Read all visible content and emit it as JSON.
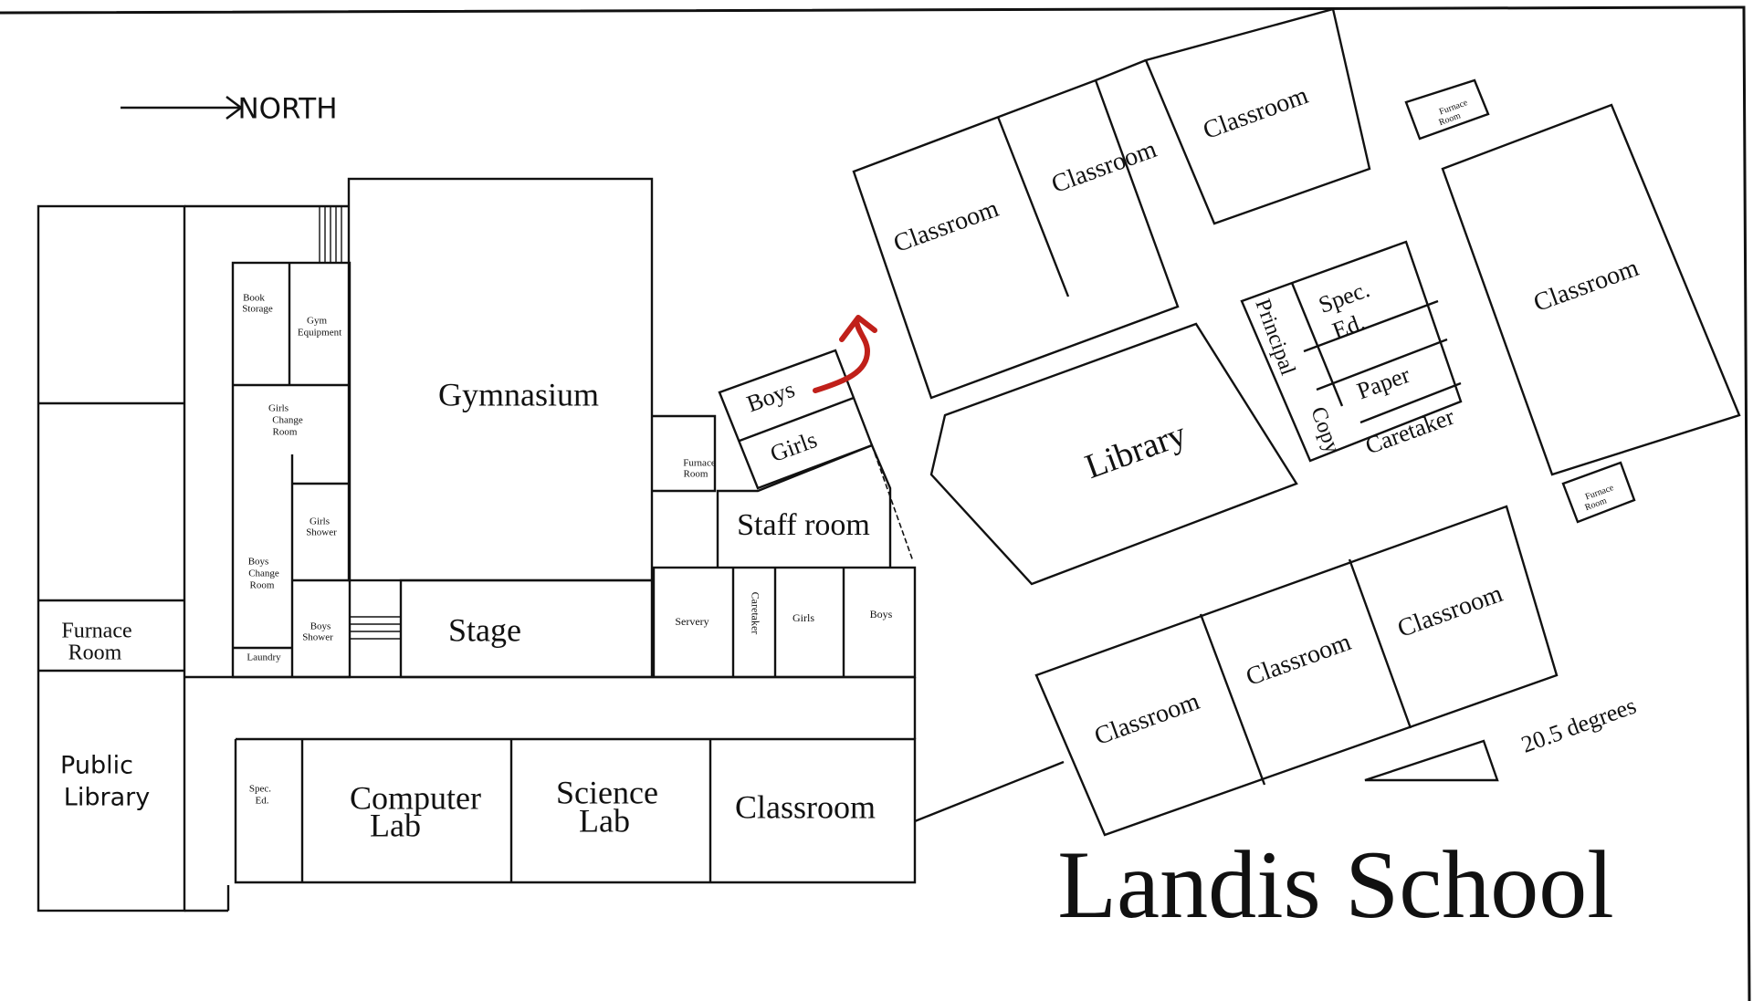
{
  "title": "Landis School",
  "compass": {
    "label": "NORTH"
  },
  "angle_note": "20.5 degrees",
  "colors": {
    "route": "#c0201a",
    "line": "#111111",
    "paper": "#ffffff"
  },
  "rooms": {
    "public_library": "Public Library",
    "public_library_l1": "Public",
    "public_library_l2": "Library",
    "furnace_room_west_l1": "Furnace",
    "furnace_room_west_l2": "Room",
    "book_storage_l1": "Book",
    "book_storage_l2": "Storage",
    "gym_equipment_l1": "Gym",
    "gym_equipment_l2": "Equipment",
    "girls_change_l1": "Girls",
    "girls_change_l2": "Change",
    "girls_change_l3": "Room",
    "girls_shower_l1": "Girls",
    "girls_shower_l2": "Shower",
    "boys_change_l1": "Boys",
    "boys_change_l2": "Change",
    "boys_change_l3": "Room",
    "boys_shower_l1": "Boys",
    "boys_shower_l2": "Shower",
    "laundry": "Laundry",
    "gymnasium": "Gymnasium",
    "stage": "Stage",
    "furnace_room_mid_l1": "Furnace",
    "furnace_room_mid_l2": "Room",
    "boys_wc_upper": "Boys",
    "girls_wc_upper": "Girls",
    "staff_room": "Staff room",
    "servery": "Servery",
    "caretaker_small": "Caretaker",
    "girls_wc_lower": "Girls",
    "boys_wc_lower": "Boys",
    "spec_ed_small_l1": "Spec.",
    "spec_ed_small_l2": "Ed.",
    "computer_lab_l1": "Computer",
    "computer_lab_l2": "Lab",
    "science_lab_l1": "Science",
    "science_lab_l2": "Lab",
    "classroom_south": "Classroom",
    "classroom_n1": "Classroom",
    "classroom_n2": "Classroom",
    "classroom_n3": "Classroom",
    "furnace_room_ne_l1": "Furnace",
    "furnace_room_ne_l2": "Room",
    "classroom_east": "Classroom",
    "furnace_room_e_l1": "Furnace",
    "furnace_room_e_l2": "Room",
    "library": "Library",
    "principal": "Principal",
    "spec_ed_l1": "Spec.",
    "spec_ed_l2": "Ed.",
    "paper": "Paper",
    "copy": "Copy",
    "caretaker": "Caretaker",
    "classroom_s1": "Classroom",
    "classroom_s2": "Classroom",
    "classroom_s3": "Classroom"
  }
}
